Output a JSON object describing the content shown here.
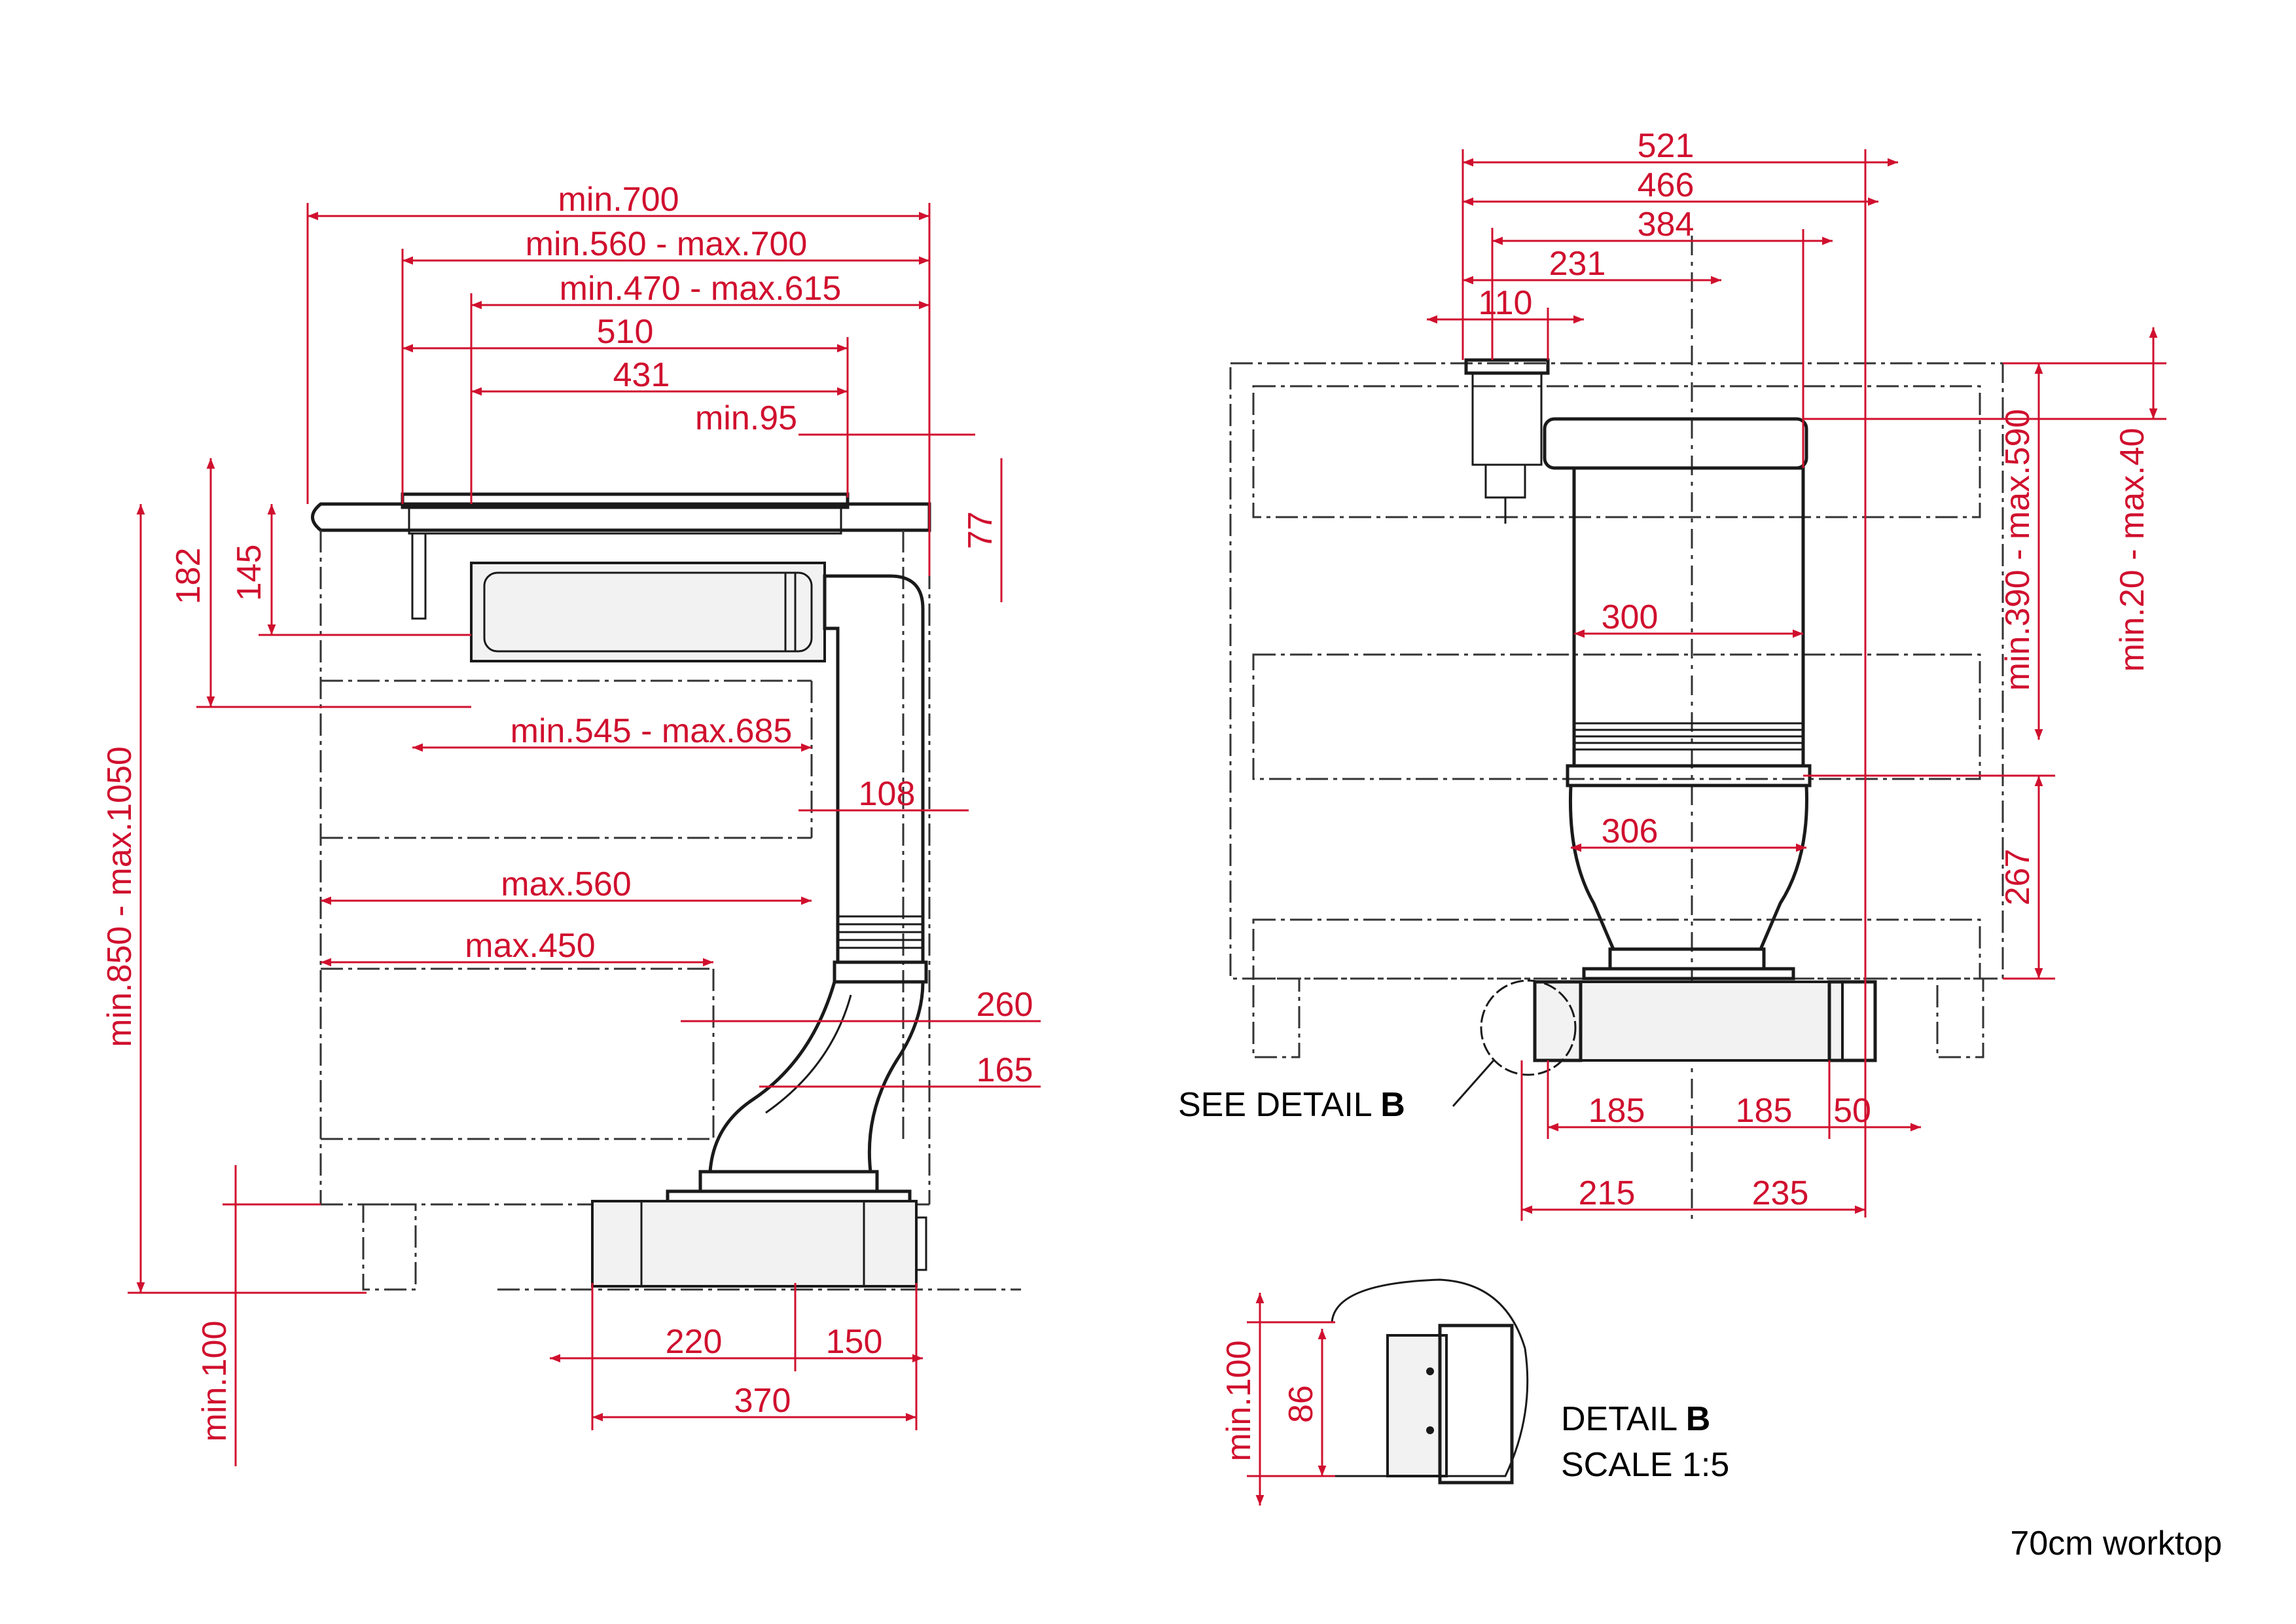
{
  "side_view": {
    "dims_h": [
      "min.700",
      "min.560 - max.700",
      "min.470 - max.615",
      "510",
      "431",
      "min.95",
      "min.545 - max.685",
      "108",
      "max.560",
      "max.450",
      "260",
      "165",
      "220",
      "150",
      "370"
    ],
    "dims_v": [
      "182",
      "145",
      "77",
      "min.850 - max.1050",
      "min.100"
    ]
  },
  "front_view": {
    "dims_h": [
      "521",
      "466",
      "384",
      "231",
      "110",
      "300",
      "306",
      "185",
      "185",
      "50",
      "215",
      "235"
    ],
    "dims_v": [
      "min.390 - max.590",
      "min.20 - max.40",
      "267"
    ],
    "see_detail_prefix": "SEE DETAIL ",
    "see_detail_letter": "B"
  },
  "detail_b": {
    "title_prefix": "DETAIL ",
    "title_letter": "B",
    "scale": "SCALE 1:5",
    "dims_v": [
      "min.100",
      "86"
    ]
  },
  "footer": {
    "caption": "70cm worktop"
  },
  "colors": {
    "dimension": "#d0102e",
    "outline": "#1a1a1a"
  }
}
